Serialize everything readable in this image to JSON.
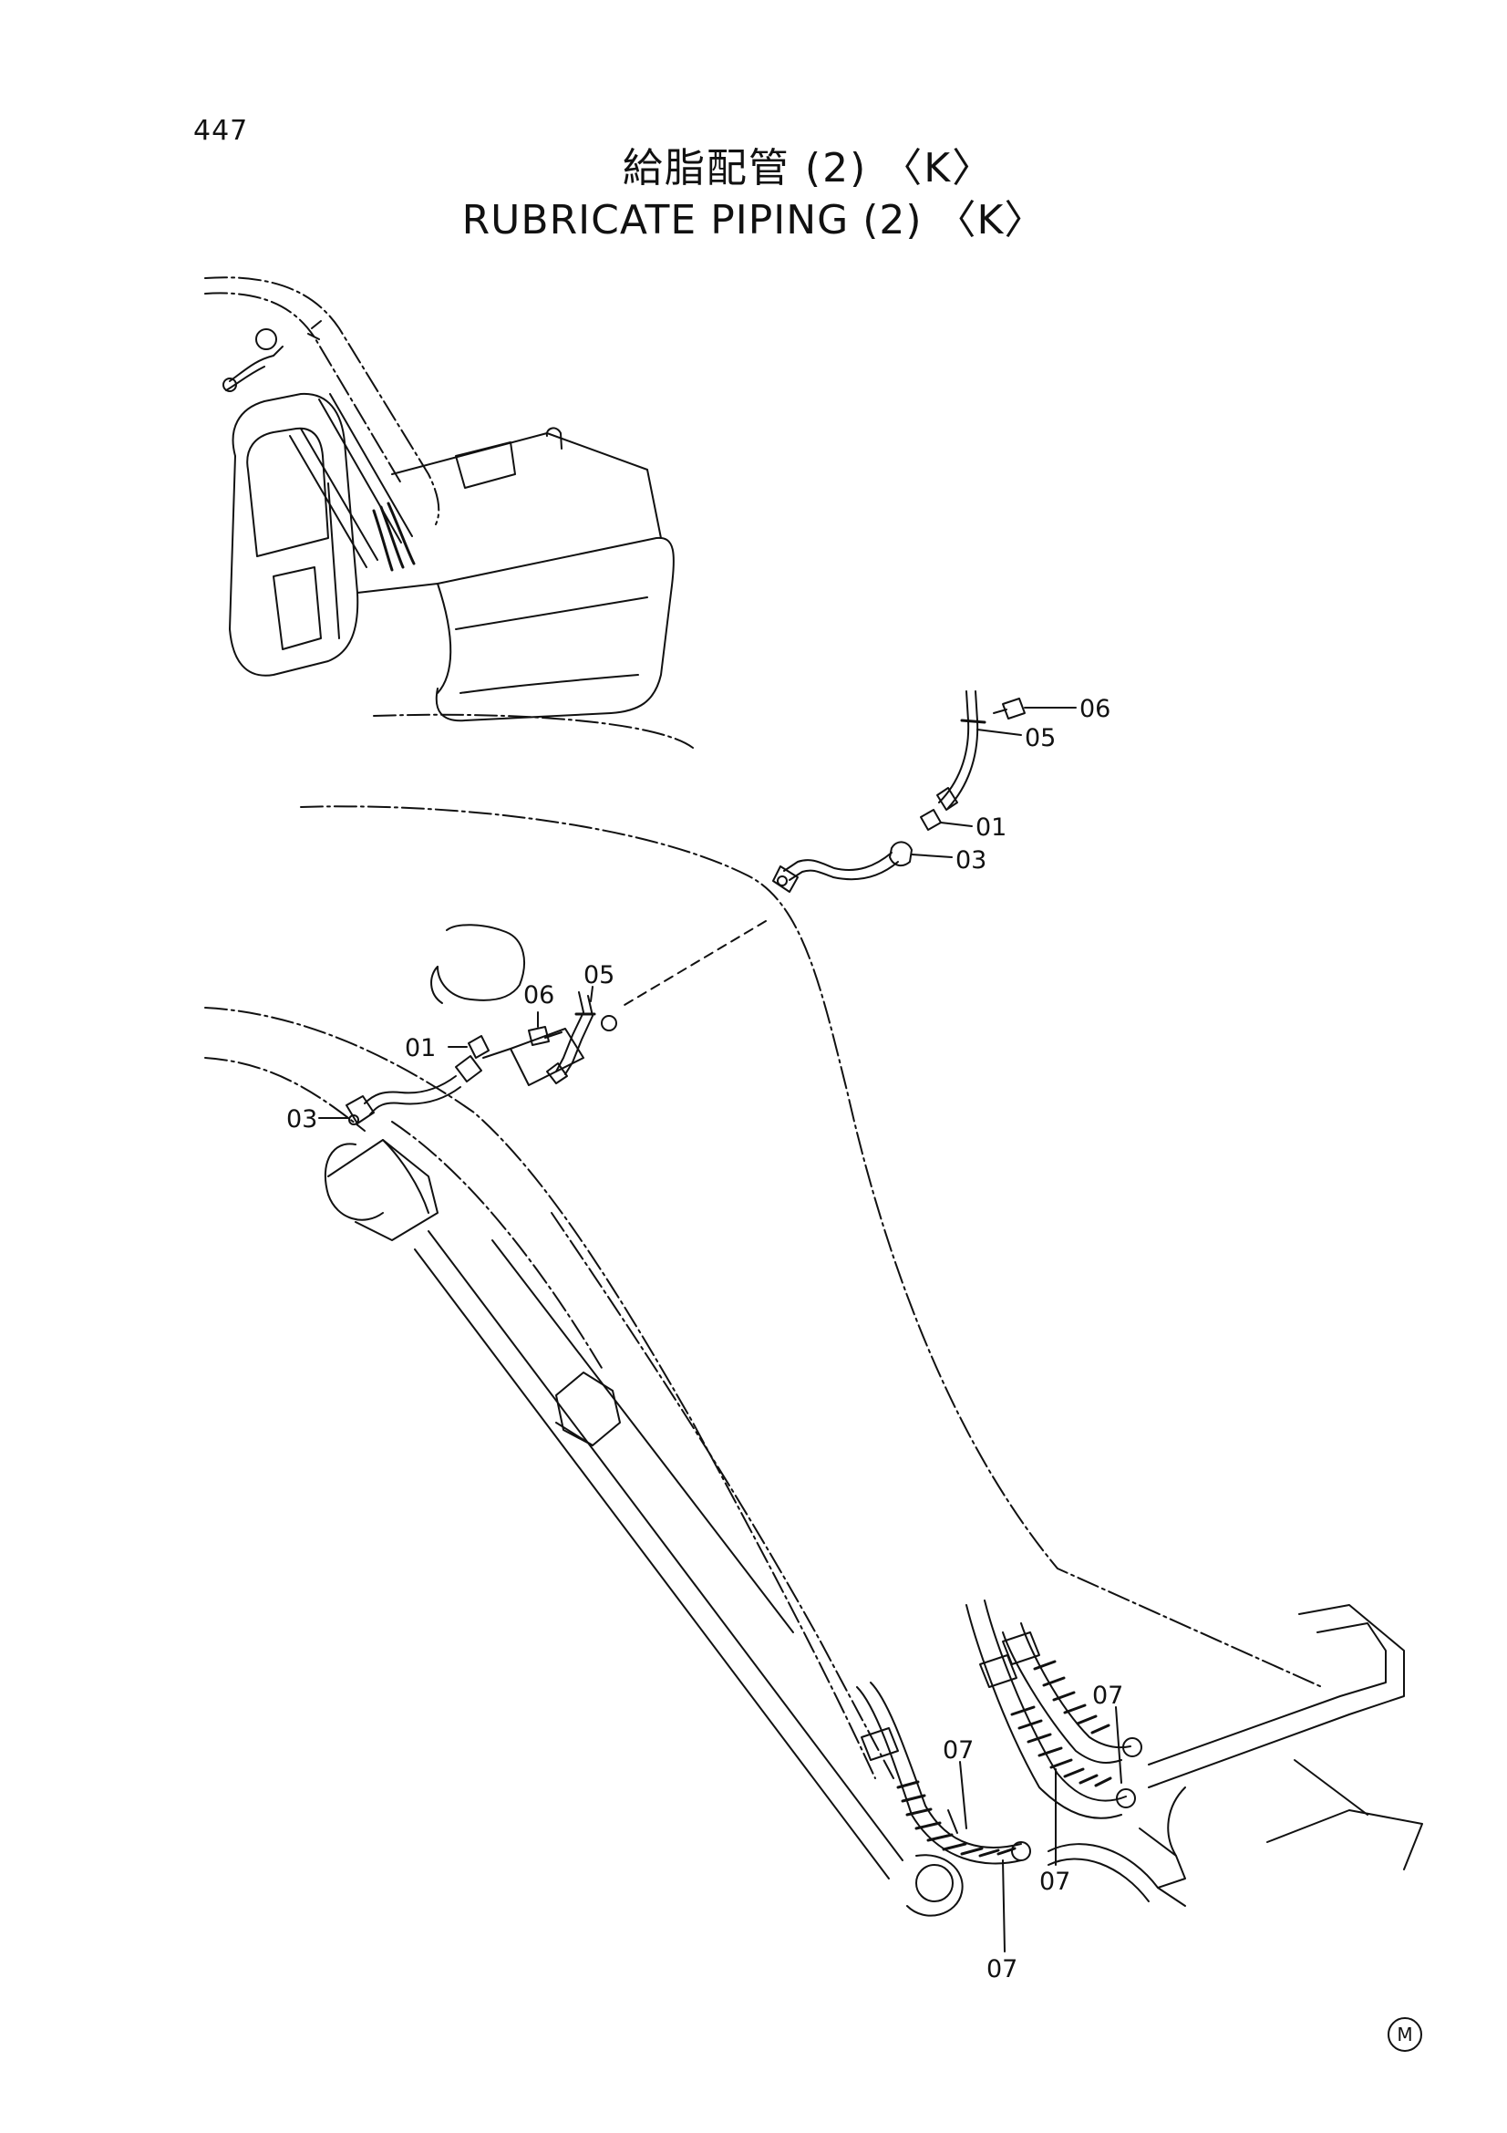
{
  "page_number": "447",
  "title_jp": "給脂配管 (2) 〈K〉",
  "title_en": "RUBRICATE PIPING (2) 〈K〉",
  "callouts": {
    "top": {
      "c06": "06",
      "c05": "05",
      "c01": "01",
      "c03": "03"
    },
    "mid": {
      "c06": "06",
      "c05": "05",
      "c01": "01",
      "c03": "03"
    },
    "bottom": {
      "c07a": "07",
      "c07b": "07",
      "c07c": "07",
      "c07d": "07"
    }
  },
  "footer_mark": "M"
}
